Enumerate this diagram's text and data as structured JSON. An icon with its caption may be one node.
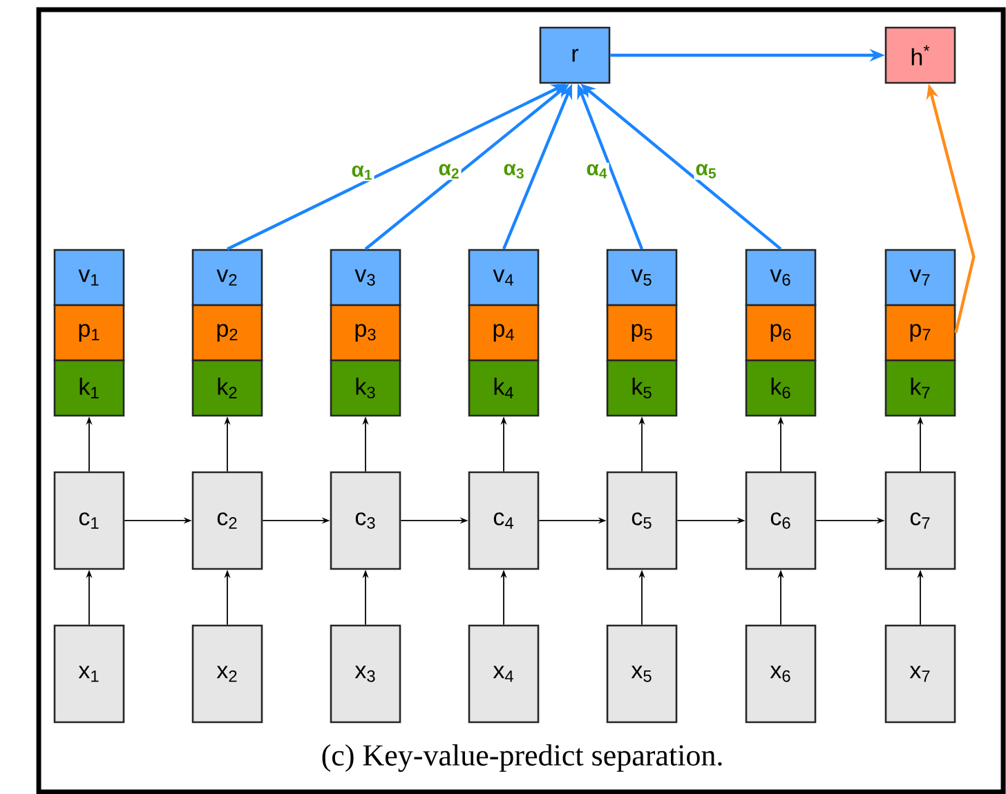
{
  "diagram": {
    "caption": "(c) Key-value-predict separation.",
    "nodes": [
      {
        "text": [
          "r"
        ]
      },
      {
        "text": [
          "h$^{*}$"
        ]
      },
      {
        "text": [
          "v$_{1}$"
        ]
      },
      {
        "text": [
          "v$_{2}$"
        ]
      },
      {
        "text": [
          "v$_{3}$"
        ]
      },
      {
        "text": [
          "v$_{4}$"
        ]
      },
      {
        "text": [
          "v$_{5}$"
        ]
      },
      {
        "text": [
          "v$_{6}$"
        ]
      },
      {
        "text": [
          "v$_{7}$"
        ]
      },
      {
        "text": [
          "p$_{1}$"
        ]
      },
      {
        "text": [
          "p$_{2}$"
        ]
      },
      {
        "text": [
          "p$_{3}$"
        ]
      },
      {
        "text": [
          "p$_{4}$"
        ]
      },
      {
        "text": [
          "p$_{5}$"
        ]
      },
      {
        "text": [
          "p$_{6}$"
        ]
      },
      {
        "text": [
          "p$_{7}$"
        ]
      },
      {
        "text": [
          "k$_{1}$"
        ]
      },
      {
        "text": [
          "k$_{2}$"
        ]
      },
      {
        "text": [
          "k$_{3}$"
        ]
      },
      {
        "text": [
          "k$_{4}$"
        ]
      },
      {
        "text": [
          "k$_{5}$"
        ]
      },
      {
        "text": [
          "k$_{6}$"
        ]
      },
      {
        "text": [
          "k$_{7}$"
        ]
      },
      {
        "text": [
          "c$_{1}$"
        ]
      },
      {
        "text": [
          "c$_{2}$"
        ]
      },
      {
        "text": [
          "c$_{3}$"
        ]
      },
      {
        "text": [
          "c$_{4}$"
        ]
      },
      {
        "text": [
          "c$_{5}$"
        ]
      },
      {
        "text": [
          "c$_{6}$"
        ]
      },
      {
        "text": [
          "c$_{7}$"
        ]
      },
      {
        "text": [
          "x$_{1}$"
        ]
      },
      {
        "text": [
          "x$_{2}$"
        ]
      },
      {
        "text": [
          "x$_{3}$"
        ]
      },
      {
        "text": [
          "x$_{4}$"
        ]
      },
      {
        "text": [
          "x$_{5}$"
        ]
      },
      {
        "text": [
          "x$_{6}$"
        ]
      },
      {
        "text": [
          "x$_{7}$"
        ]
      }
    ],
    "edges": [
      {
        "from": 3,
        "to": 0,
        "arrow": "to",
        "label": "α$_{1}$",
        "color": "#1a85ff"
      },
      {
        "from": 4,
        "to": 0,
        "arrow": "to",
        "label": "α$_{2}$",
        "color": "#1a85ff"
      },
      {
        "from": 5,
        "to": 0,
        "arrow": "to",
        "label": "α$_{3}$",
        "color": "#1a85ff"
      },
      {
        "from": 6,
        "to": 0,
        "arrow": "to",
        "label": "α$_{4}$",
        "color": "#1a85ff"
      },
      {
        "from": 7,
        "to": 0,
        "arrow": "to",
        "label": "α$_{5}$",
        "color": "#1a85ff"
      },
      {
        "from": 0,
        "to": 1,
        "arrow": "to",
        "color": "#1a85ff"
      },
      {
        "from": 15,
        "to": 1,
        "arrow": "to",
        "color": "#ff8c1a"
      },
      {
        "from": 23,
        "to": 16,
        "arrow": "to"
      },
      {
        "from": 24,
        "to": 17,
        "arrow": "to"
      },
      {
        "from": 25,
        "to": 18,
        "arrow": "to"
      },
      {
        "from": 26,
        "to": 19,
        "arrow": "to"
      },
      {
        "from": 27,
        "to": 20,
        "arrow": "to"
      },
      {
        "from": 28,
        "to": 21,
        "arrow": "to"
      },
      {
        "from": 29,
        "to": 22,
        "arrow": "to"
      },
      {
        "from": 23,
        "to": 24,
        "arrow": "to"
      },
      {
        "from": 24,
        "to": 25,
        "arrow": "to"
      },
      {
        "from": 25,
        "to": 26,
        "arrow": "to"
      },
      {
        "from": 26,
        "to": 27,
        "arrow": "to"
      },
      {
        "from": 27,
        "to": 28,
        "arrow": "to"
      },
      {
        "from": 28,
        "to": 29,
        "arrow": "to"
      },
      {
        "from": 30,
        "to": 23,
        "arrow": "to"
      },
      {
        "from": 31,
        "to": 24,
        "arrow": "to"
      },
      {
        "from": 32,
        "to": 25,
        "arrow": "to"
      },
      {
        "from": 33,
        "to": 26,
        "arrow": "to"
      },
      {
        "from": 34,
        "to": 27,
        "arrow": "to"
      },
      {
        "from": 35,
        "to": 28,
        "arrow": "to"
      },
      {
        "from": 36,
        "to": 29,
        "arrow": "to"
      }
    ]
  }
}
